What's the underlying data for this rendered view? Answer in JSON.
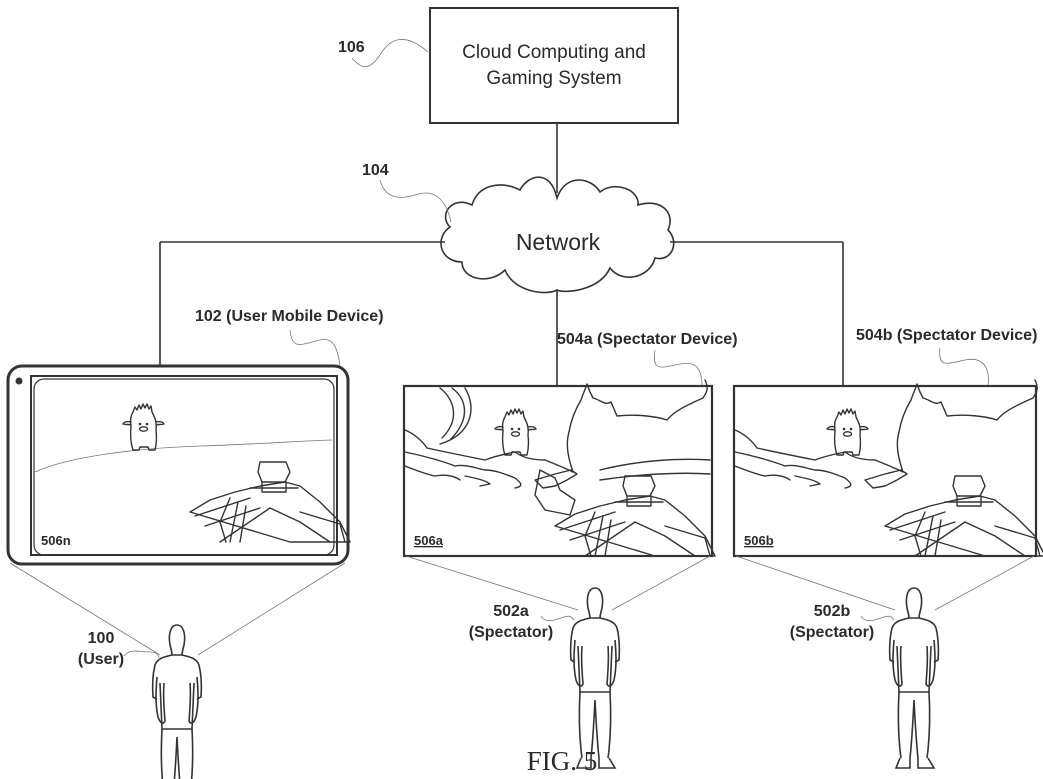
{
  "figure": {
    "caption": "FIG. 5",
    "colors": {
      "line": "#333333",
      "background": "#ffffff",
      "text": "#2a2a2a"
    }
  },
  "cloud_system": {
    "ref": "106",
    "line1": "Cloud Computing and",
    "line2": "Gaming System"
  },
  "network": {
    "ref": "104",
    "label": "Network"
  },
  "user_device": {
    "label": "102 (User Mobile Device)",
    "screen_ref": "506n"
  },
  "spectator_device_a": {
    "label": "504a (Spectator Device)",
    "screen_ref": "506a"
  },
  "spectator_device_b": {
    "label": "504b (Spectator Device)",
    "screen_ref": "506b"
  },
  "user": {
    "ref": "100",
    "role": "(User)"
  },
  "spectator_a": {
    "ref": "502a",
    "role": "(Spectator)"
  },
  "spectator_b": {
    "ref": "502b",
    "role": "(Spectator)"
  }
}
